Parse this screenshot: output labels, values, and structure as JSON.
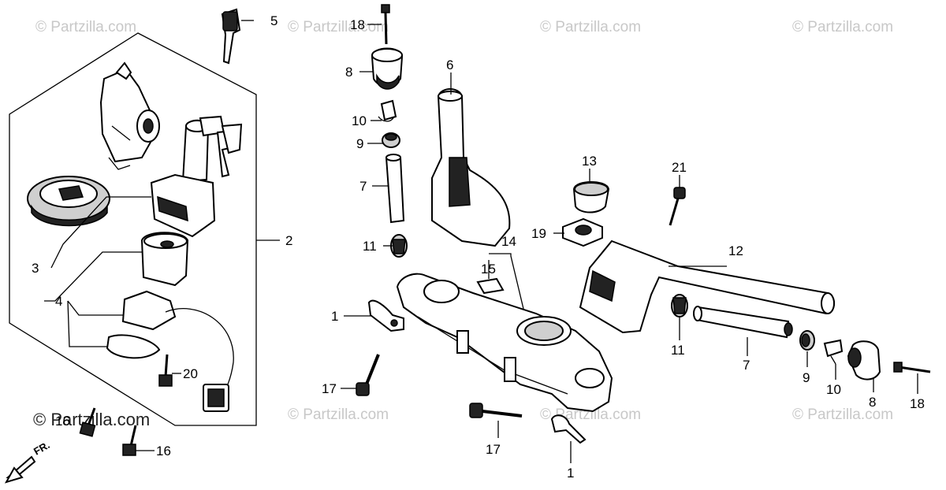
{
  "watermarks": [
    "© Partzilla.com",
    "© Partzilla.com",
    "© Partzilla.com",
    "© Partzilla.com",
    "© Partzilla.com",
    "© Partzilla.com",
    "© Partzilla.com"
  ],
  "watermark_dark": "© Partzilla.com",
  "direction": "FR.",
  "callouts": {
    "n1a": "1",
    "n1b": "1",
    "n2": "2",
    "n3": "3",
    "n4": "4",
    "n5": "5",
    "n6": "6",
    "n7a": "7",
    "n7b": "7",
    "n8a": "8",
    "n8b": "8",
    "n9a": "9",
    "n9b": "9",
    "n10a": "10",
    "n10b": "10",
    "n11a": "11",
    "n11b": "11",
    "n12": "12",
    "n13": "13",
    "n14": "14",
    "n15": "15",
    "n16a": "16",
    "n16b": "16",
    "n17a": "17",
    "n17b": "17",
    "n18a": "18",
    "n18b": "18",
    "n19": "19",
    "n20": "20",
    "n21": "21"
  }
}
